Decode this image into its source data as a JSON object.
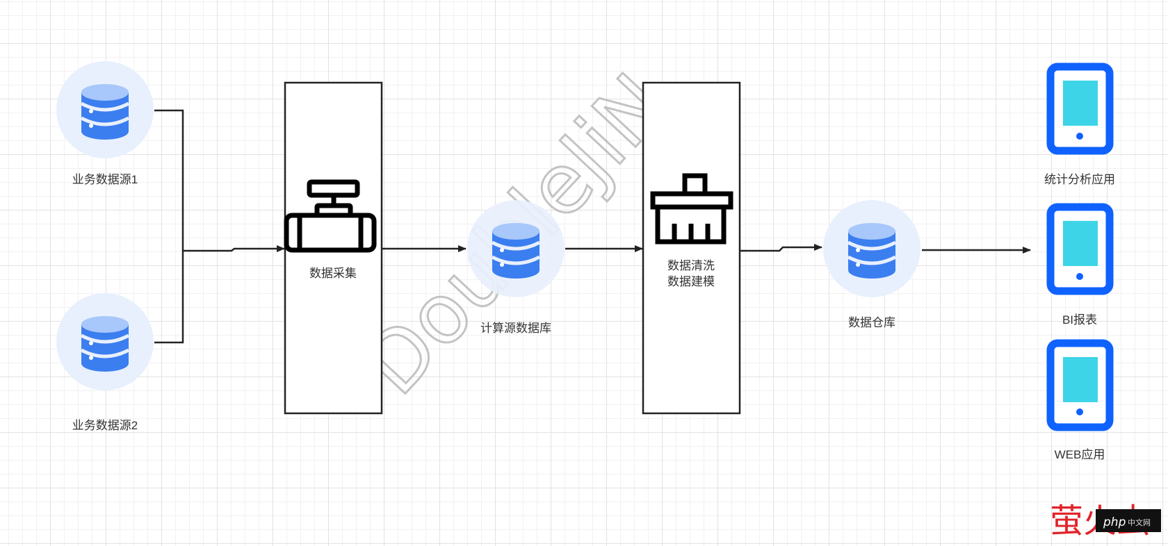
{
  "nodes": {
    "source1": {
      "label": "业务数据源1",
      "icon": "database-icon"
    },
    "source2": {
      "label": "业务数据源2",
      "icon": "database-icon"
    },
    "collect": {
      "label": "数据采集",
      "icon": "pipe-valve-icon"
    },
    "compute_db": {
      "label": "计算源数据库",
      "icon": "database-icon"
    },
    "clean": {
      "line1": "数据清洗",
      "line2": "数据建模",
      "icon": "broom-icon"
    },
    "warehouse": {
      "label": "数据仓库",
      "icon": "database-icon"
    },
    "apps": [
      {
        "label": "统计分析应用",
        "icon": "tablet-icon"
      },
      {
        "label": "BI报表",
        "icon": "tablet-icon"
      },
      {
        "label": "WEB应用",
        "icon": "tablet-icon"
      }
    ]
  },
  "watermark": {
    "text": "DoubleJiN"
  },
  "logo": {
    "cn": "萤火虫",
    "php": "php",
    "site": "中文网"
  },
  "colors": {
    "db_circle": "#e8f0fd",
    "db_light": "#a8c7fa",
    "db_dark": "#3b7ef0",
    "device_frame": "#0f62fe",
    "device_screen": "#3dd4e8",
    "line": "#222222",
    "logo_red": "#e0242a"
  }
}
